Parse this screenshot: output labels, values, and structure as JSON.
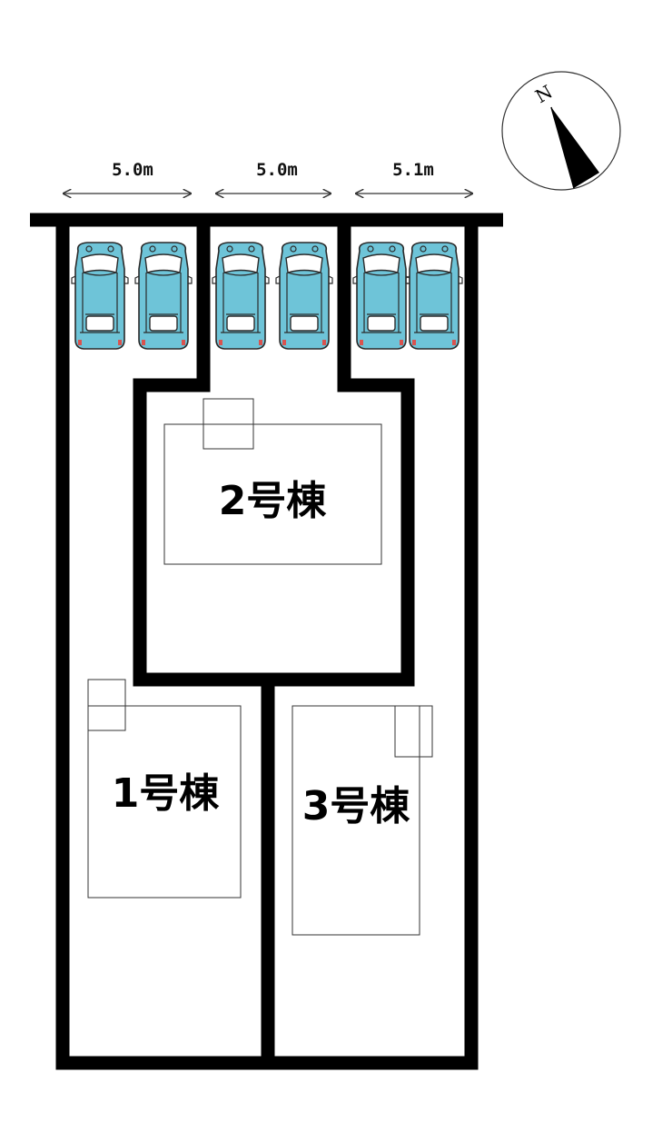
{
  "dimensions": [
    {
      "label": "5.0m"
    },
    {
      "label": "5.0m"
    },
    {
      "label": "5.1m"
    }
  ],
  "buildings": [
    {
      "id": "lot-1",
      "label": "1号棟"
    },
    {
      "id": "lot-2",
      "label": "2号棟"
    },
    {
      "id": "lot-3",
      "label": "3号棟"
    }
  ],
  "compass": {
    "label": "N"
  },
  "parking": {
    "car_count": 6,
    "car_icon": "car-icon",
    "car_color": "#6ec4d8",
    "tail_light_color": "#d9534f"
  },
  "colors": {
    "wall": "#000000",
    "background": "#ffffff"
  }
}
